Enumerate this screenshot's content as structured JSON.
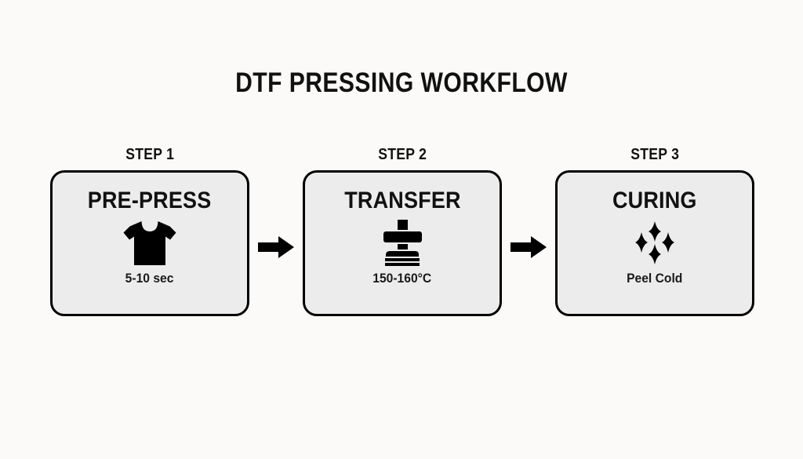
{
  "title": "DTF PRESSING WORKFLOW",
  "colors": {
    "background": "#fbfaf8",
    "card_fill": "#ececec",
    "border": "#000000",
    "text": "#111111"
  },
  "steps": [
    {
      "step_label": "STEP 1",
      "title": "PRE-PRESS",
      "icon": "tshirt-icon",
      "caption": "5-10 sec"
    },
    {
      "step_label": "STEP 2",
      "title": "TRANSFER",
      "icon": "heat-press-icon",
      "caption": "150-160°C"
    },
    {
      "step_label": "STEP 3",
      "title": "CURING",
      "icon": "sparkles-icon",
      "caption": "Peel Cold"
    }
  ],
  "connectors": [
    {
      "icon": "arrow-right-icon"
    },
    {
      "icon": "arrow-right-icon"
    }
  ]
}
